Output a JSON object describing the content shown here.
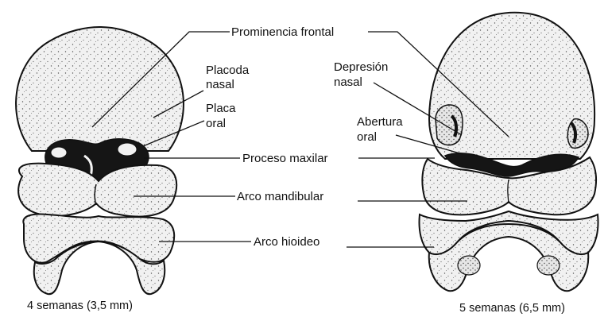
{
  "labels": {
    "prominencia_frontal": "Prominencia frontal",
    "placoda_nasal_1": "Placoda",
    "placoda_nasal_2": "nasal",
    "placa_oral_1": "Placa",
    "placa_oral_2": "oral",
    "proceso_maxilar": "Proceso maxilar",
    "arco_mandibular": "Arco mandibular",
    "arco_hioideo": "Arco hioideo",
    "depresion_nasal_1": "Depresión",
    "depresion_nasal_2": "nasal",
    "abertura_oral_1": "Abertura",
    "abertura_oral_2": "oral"
  },
  "captions": {
    "left": "4 semanas (3,5 mm)",
    "right": "5 semanas (6,5 mm)"
  },
  "colors": {
    "ink": "#111111",
    "tissue": "#ececec",
    "background": "#ffffff"
  }
}
